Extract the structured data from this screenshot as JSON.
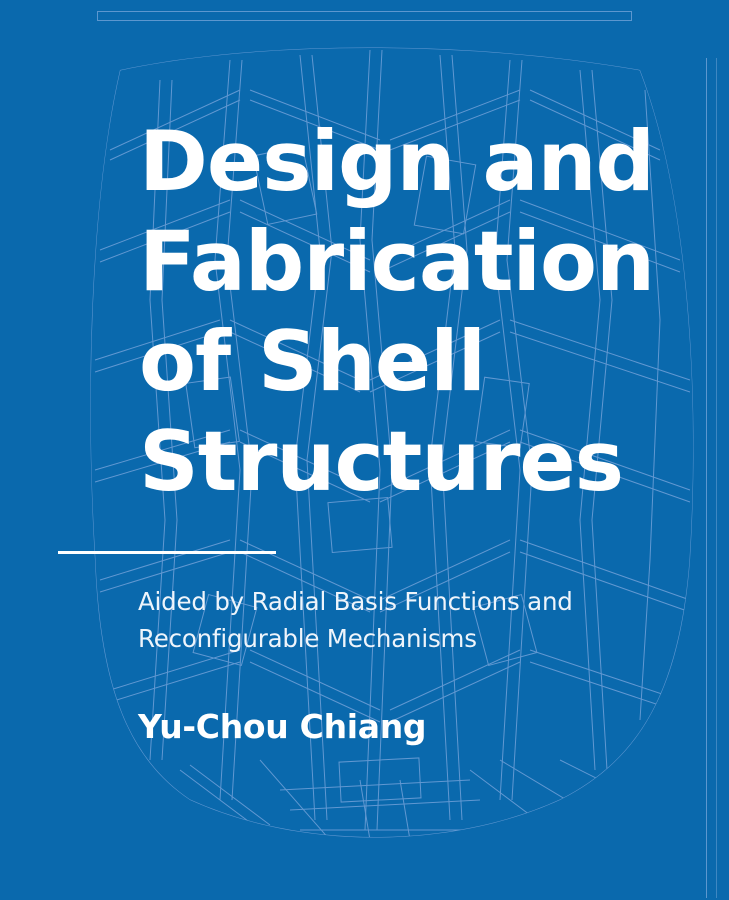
{
  "cover": {
    "background_color": "#0a69ad",
    "line_art_color": "#a9bff0",
    "text_color": "#ffffff",
    "title": {
      "line1": "Design and",
      "line2": "Fabrication",
      "line3": "of Shell",
      "line4": "Structures"
    },
    "subtitle": {
      "line1": "Aided by Radial Basis Functions and",
      "line2": "Reconfigurable Mechanisms"
    },
    "author": "Yu-Chou Chiang",
    "background_art": "shell-structure-line-drawing"
  }
}
